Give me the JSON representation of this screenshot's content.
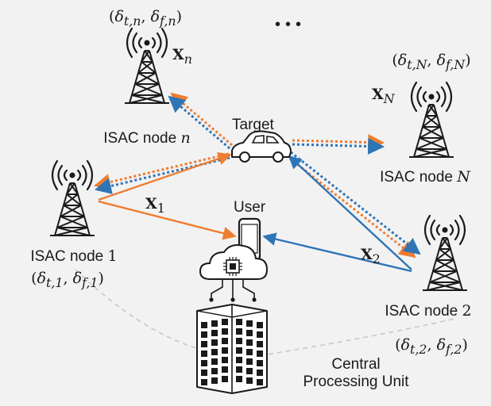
{
  "labels": {
    "target": "Target",
    "user": "User",
    "cpu_line1": "Central",
    "cpu_line2": "Processing Unit",
    "ellipsis": "•••"
  },
  "nodes": {
    "node_n": {
      "name": "ISAC node",
      "index": "n",
      "signal": "X",
      "signal_sub": "n",
      "offset_t": "δ",
      "offset_t_sub": "t,n",
      "offset_f": "δ",
      "offset_f_sub": "f,n"
    },
    "node_N": {
      "name": "ISAC node",
      "index": "N",
      "signal": "X",
      "signal_sub": "N",
      "offset_t": "δ",
      "offset_t_sub": "t,N",
      "offset_f": "δ",
      "offset_f_sub": "f,N"
    },
    "node_1": {
      "name": "ISAC node",
      "index": "1",
      "signal": "X",
      "signal_sub": "1",
      "offset_t": "δ",
      "offset_t_sub": "t,1",
      "offset_f": "δ",
      "offset_f_sub": "f,1"
    },
    "node_2": {
      "name": "ISAC node",
      "index": "2",
      "signal": "X",
      "signal_sub": "2",
      "offset_t": "δ",
      "offset_t_sub": "t,2",
      "offset_f": "δ",
      "offset_f_sub": "f,2"
    }
  },
  "colors": {
    "background": "#f2f2f2",
    "orange_link": "#ee7d31",
    "blue_link": "#2e75b6",
    "icon_stroke": "#1a1a1a",
    "backhaul_dashed": "#c8c8c8"
  },
  "icons": [
    "tower-icon",
    "car-icon",
    "phone-icon",
    "cloud-chip-icon",
    "building-icon"
  ]
}
